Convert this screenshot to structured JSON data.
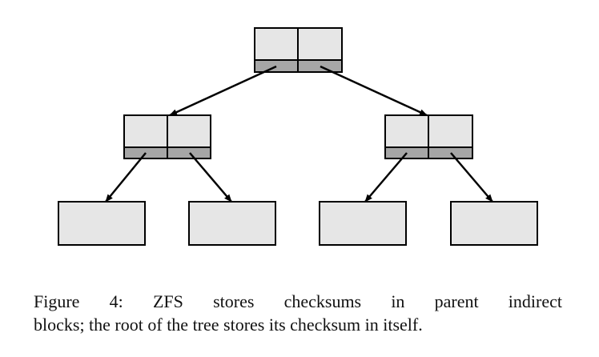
{
  "colors": {
    "block_fill": "#e6e6e6",
    "checksum_fill": "#a6a6a6",
    "stroke": "#000000"
  },
  "tree": {
    "root": {
      "pointers": 2,
      "has_checksum_row": true
    },
    "indirect_blocks": [
      {
        "pointers": 2,
        "has_checksum_row": true
      },
      {
        "pointers": 2,
        "has_checksum_row": true
      }
    ],
    "data_blocks": 4
  },
  "caption": {
    "line1": "Figure 4:  ZFS stores checksums in parent indirect",
    "line2": "blocks; the root of the tree stores its checksum in itself."
  }
}
